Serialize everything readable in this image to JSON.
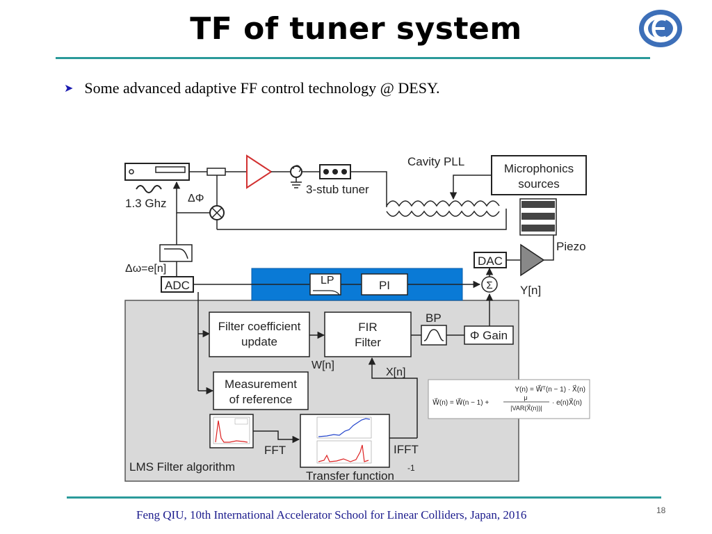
{
  "slide": {
    "title": "TF of tuner system",
    "bullet": "Some advanced adaptive FF control technology @ DESY.",
    "footer": "Feng QIU, 10th International Accelerator School for Linear Colliders, Japan, 2016",
    "page_number": "18"
  },
  "diagram": {
    "source_freq": "1.3 Ghz",
    "delta_phi": "ΔΦ",
    "stub_tuner": "3-stub tuner",
    "cavity_pll": "Cavity PLL",
    "microphonics": [
      "Microphonics",
      "sources"
    ],
    "piezo": "Piezo",
    "dac": "DAC",
    "y_n": "Y[n]",
    "delta_omega": "Δω=e[n]",
    "adc": "ADC",
    "lp": "LP",
    "pi": "PI",
    "sum": "Σ",
    "filter_coeff": [
      "Filter coefficient",
      "update"
    ],
    "fir": [
      "FIR",
      "Filter"
    ],
    "bp": "BP",
    "phi_gain": "Φ Gain",
    "w_n": "W[n]",
    "x_n": "X[n]",
    "measurement": [
      "Measurement",
      "of reference"
    ],
    "fft": "FFT",
    "ifft": "IFFT",
    "lms": "LMS Filter algorithm",
    "transfer": "Transfer function",
    "minus_one": "-1",
    "eq1": "Y(n) = W⃗ᵀ(n − 1) · X⃗(n)",
    "eq2_left": "W⃗(n) = W⃗(n − 1) +",
    "eq2_num": "μ",
    "eq2_den": "|VAR(X⃗(n))|",
    "eq2_right": "· e(n)X⃗(n)"
  }
}
